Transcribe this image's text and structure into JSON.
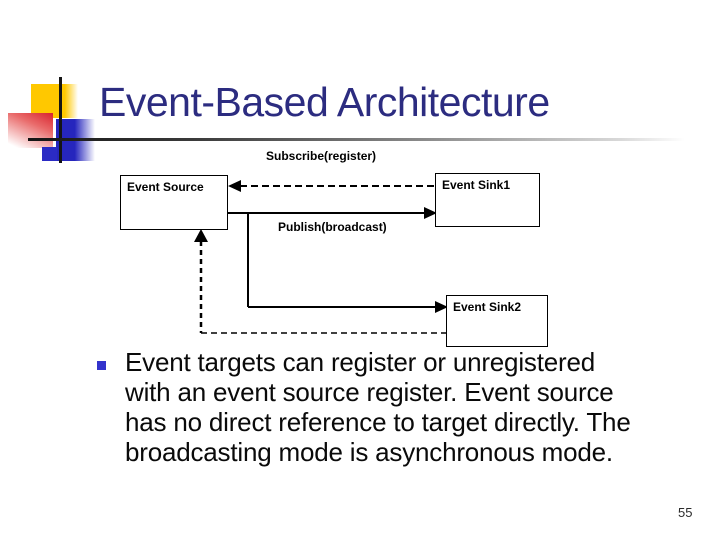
{
  "slide": {
    "title": "Event-Based Architecture",
    "page_number": "55"
  },
  "diagram": {
    "subscribe_label": "Subscribe(register)",
    "publish_label": "Publish(broadcast)",
    "event_source_label": "Event Source",
    "event_sink1_label": "Event Sink1",
    "event_sink2_label": "Event Sink2",
    "connections": [
      {
        "from": "event-sink1",
        "to": "event-source",
        "style": "dashed",
        "label": "Subscribe(register)"
      },
      {
        "from": "event-source",
        "to": "event-sink1",
        "style": "solid",
        "label": "Publish(broadcast)"
      },
      {
        "from": "event-source",
        "to": "event-sink2",
        "style": "solid",
        "label": "Publish(broadcast)"
      },
      {
        "from": "event-sink2",
        "to": "event-source",
        "style": "dashed",
        "label": "Subscribe(register)"
      }
    ]
  },
  "bullet": {
    "lines": [
      "Event targets can register or unregistered",
      "with an event source register. Event source",
      "has no direct reference to target directly. The",
      "broadcasting mode is asynchronous mode."
    ],
    "full_text": "Event targets can register or unregistered with an event source register. Event source has no direct reference to target directly. The broadcasting mode is asynchronous mode."
  },
  "colors": {
    "title": "#2c2c80",
    "bullet_marker": "#3333cc",
    "accent_yellow": "#ffc800",
    "accent_red": "#d8232d",
    "accent_blue": "#2626bd",
    "line_black": "#000000"
  }
}
